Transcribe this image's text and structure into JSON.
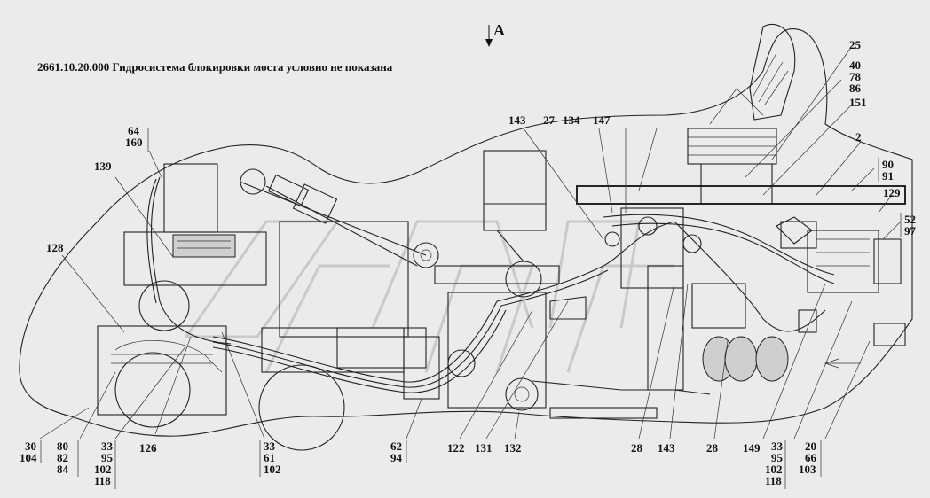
{
  "diagram": {
    "view_label": "A",
    "note": "2661.10.20.000 Гидросистема блокировки моста условно не показана",
    "callouts_top": [
      [
        "64",
        "160"
      ],
      [
        "139"
      ],
      [
        "128"
      ],
      [
        "143"
      ],
      [
        "27"
      ],
      [
        "134"
      ],
      [
        "147"
      ],
      [
        "25"
      ],
      [
        "40",
        "78",
        "86"
      ],
      [
        "151"
      ],
      [
        "2"
      ],
      [
        "90",
        "91"
      ],
      [
        "129"
      ],
      [
        "52",
        "97"
      ]
    ],
    "callouts_bottom": [
      [
        "30",
        "104"
      ],
      [
        "80",
        "82",
        "84"
      ],
      [
        "33",
        "95",
        "102",
        "118"
      ],
      [
        "126"
      ],
      [
        "33",
        "61",
        "102"
      ],
      [
        "62",
        "94"
      ],
      [
        "122"
      ],
      [
        "131"
      ],
      [
        "132"
      ],
      [
        "28"
      ],
      [
        "143"
      ],
      [
        "28"
      ],
      [
        "149"
      ],
      [
        "33",
        "95",
        "102",
        "118"
      ],
      [
        "20",
        "66",
        "103"
      ]
    ]
  }
}
